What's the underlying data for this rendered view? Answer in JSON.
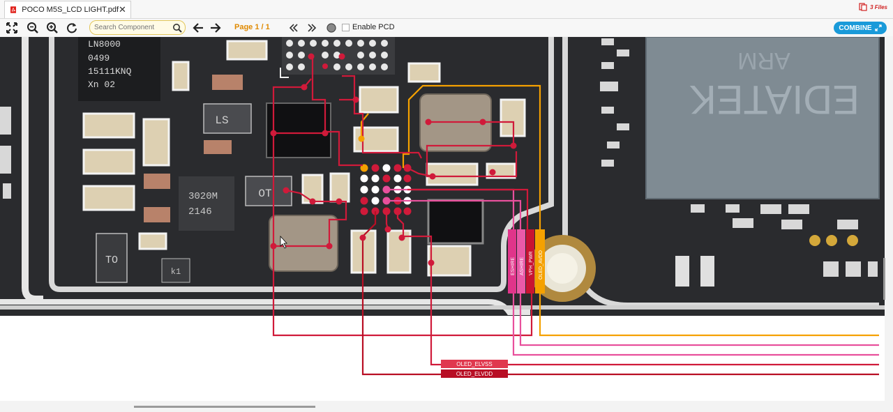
{
  "tab": {
    "title": "POCO M5S_LCD LIGHT.pdf",
    "close": "✕"
  },
  "files": {
    "label": "3 Files"
  },
  "toolbar": {
    "search_placeholder": "Search Component",
    "page_indicator": "Page 1 / 1",
    "enable_pcd_label": "Enable PCD",
    "combine_label": "COMBINE"
  },
  "icons": [
    "pdf-icon",
    "fit-icon",
    "zoom-out-icon",
    "zoom-in-icon",
    "refresh-icon",
    "search-icon",
    "arrow-left-icon",
    "arrow-right-icon",
    "double-left-icon",
    "double-right-icon",
    "circle-icon",
    "combine-icon",
    "files-icon"
  ],
  "board": {
    "chip1": [
      "LN8000",
      "0499",
      "15111KNQ",
      "Xn 02"
    ],
    "chip2": [
      "3020M",
      "2146"
    ],
    "soc": [
      "ARM",
      "EDIATEK"
    ],
    "small_ic1": "LS",
    "small_ic2": "OT",
    "small_ic3": "TO",
    "small_ic4": "k1",
    "net_labels": [
      "ESHIRE",
      "ASHIRE",
      "VPH_PWR",
      "OLED_AVDD"
    ],
    "oled_elvss": "OLED_ELVSS",
    "oled_elvdd": "OLED_ELVDD"
  },
  "colors": {
    "accent_blue": "#1a9ad9",
    "page_orange": "#e08a00",
    "trace_red": "#d01a3a",
    "trace_dark_red": "#b80e24",
    "trace_orange": "#f5a100",
    "trace_pink": "#e8509c",
    "board_dark": "#2a2b2e"
  }
}
